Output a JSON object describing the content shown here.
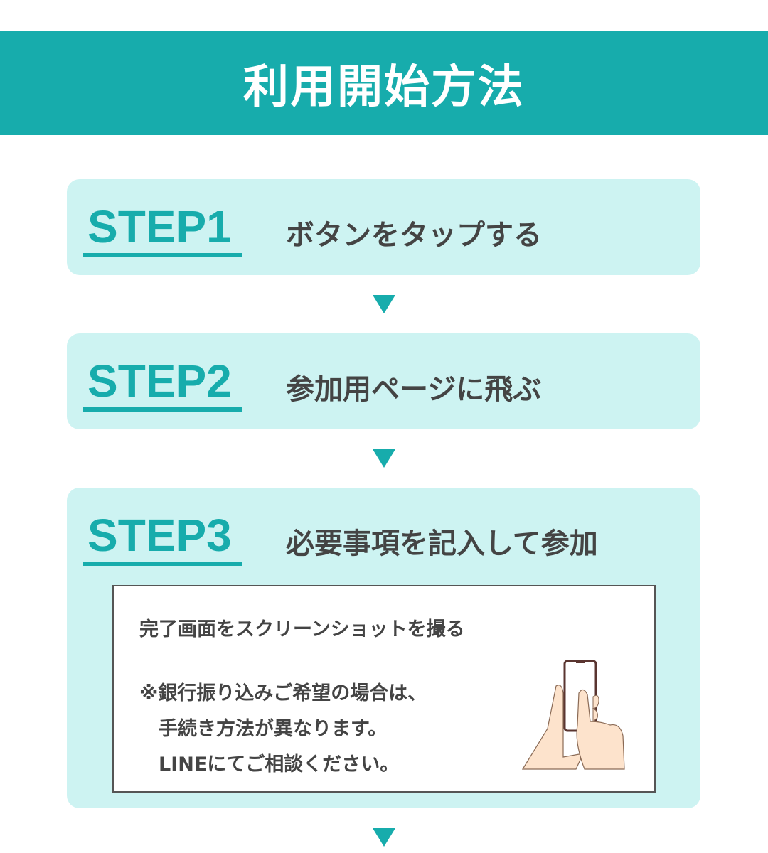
{
  "header": {
    "title": "利用開始方法"
  },
  "steps": [
    {
      "label": "STEP1",
      "text": "ボタンをタップする"
    },
    {
      "label": "STEP2",
      "text": "参加用ページに飛ぶ"
    },
    {
      "label": "STEP3",
      "text": "必要事項を記入して参加"
    }
  ],
  "note": {
    "line1": "完了画面をスクリーンショットを撮る",
    "line2": "※銀行振り込みご希望の場合は、",
    "line3": "　手続き方法が異なります。",
    "line4": "　LINEにてご相談ください。"
  },
  "colors": {
    "accent": "#17acac",
    "box": "#cdf3f2"
  },
  "icons": {
    "illustration": "hand-holding-phone-icon",
    "arrow": "triangle-down-icon"
  }
}
